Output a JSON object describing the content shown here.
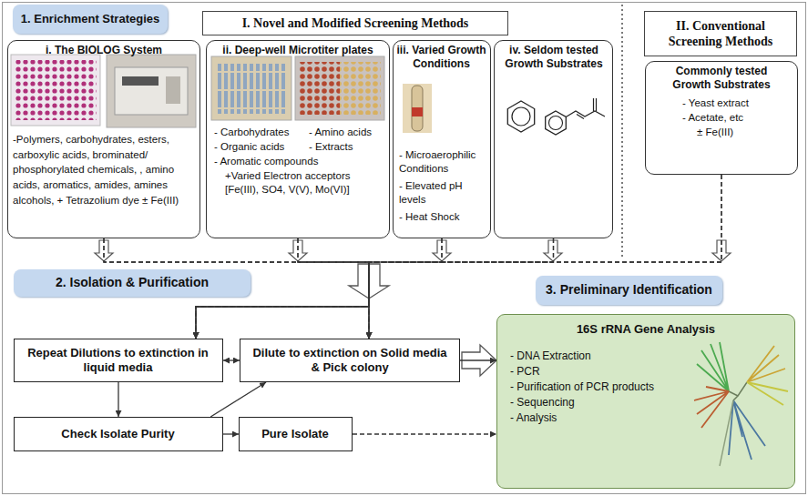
{
  "diagram": {
    "nodes": [
      {
        "text": [
          "1. Enrichment Strategies"
        ]
      },
      {
        "text": [
          "I. Novel and Modified Screening Methods"
        ]
      },
      {
        "text": [
          "II. Conventional Screening Methods"
        ]
      },
      {
        "text": [
          "i. The BIOLOG System",
          "-Polymers, carbohydrates, esters, carboxylic acids, brominated/ phosphorylated chemicals, , amino acids, aromatics, amides, amines alcohols, + Tetrazolium dye ± Fe(III)"
        ]
      },
      {
        "text": [
          "ii. Deep-well Microtiter plates",
          "- Carbohydrates",
          "- Amino acids",
          "- Organic acids",
          "- Extracts",
          "- Aromatic compounds",
          "+Varied Electron acceptors [Fe(III), SO4, V(V), Mo(VI)]"
        ]
      },
      {
        "text": [
          "iii. Varied Growth Conditions",
          "- Microaerophilic Conditions",
          "- Elevated pH levels",
          "- Heat Shock"
        ]
      },
      {
        "text": [
          "iv. Seldom tested Growth Substrates"
        ]
      },
      {
        "text": [
          "Commonly tested Growth Substrates",
          "- Yeast extract",
          "- Acetate, etc",
          "± Fe(III)"
        ]
      },
      {
        "text": [
          "2. Isolation & Purification"
        ]
      },
      {
        "text": [
          "Repeat Dilutions to extinction in liquid media"
        ]
      },
      {
        "text": [
          "Dilute to extinction on Solid media & Pick colony"
        ]
      },
      {
        "text": [
          "Check Isolate Purity"
        ]
      },
      {
        "text": [
          "Pure Isolate"
        ]
      },
      {
        "text": [
          "3. Preliminary Identification"
        ]
      },
      {
        "text": [
          "16S rRNA Gene Analysis",
          "- DNA Extraction",
          "- PCR",
          "- Purification of PCR products",
          "- Sequencing",
          "- Analysis"
        ]
      }
    ],
    "edges": [
      {
        "from": 3,
        "to": 9,
        "arrow": "to"
      },
      {
        "from": 3,
        "to": 10,
        "arrow": "to"
      },
      {
        "from": 4,
        "to": 9,
        "arrow": "to"
      },
      {
        "from": 4,
        "to": 10,
        "arrow": "to"
      },
      {
        "from": 5,
        "to": 9,
        "arrow": "to"
      },
      {
        "from": 5,
        "to": 10,
        "arrow": "to"
      },
      {
        "from": 6,
        "to": 9,
        "arrow": "to"
      },
      {
        "from": 6,
        "to": 10,
        "arrow": "to"
      },
      {
        "from": 7,
        "to": 9,
        "arrow": "to"
      },
      {
        "from": 7,
        "to": 10,
        "arrow": "to"
      },
      {
        "from": 9,
        "to": 10,
        "arrow": "both"
      },
      {
        "from": 9,
        "to": 11,
        "arrow": "to"
      },
      {
        "from": 11,
        "to": 10,
        "arrow": "to"
      },
      {
        "from": 11,
        "to": 12,
        "arrow": "to"
      },
      {
        "from": 10,
        "to": 14,
        "arrow": "to"
      },
      {
        "from": 12,
        "to": 14,
        "arrow": "to"
      }
    ]
  }
}
